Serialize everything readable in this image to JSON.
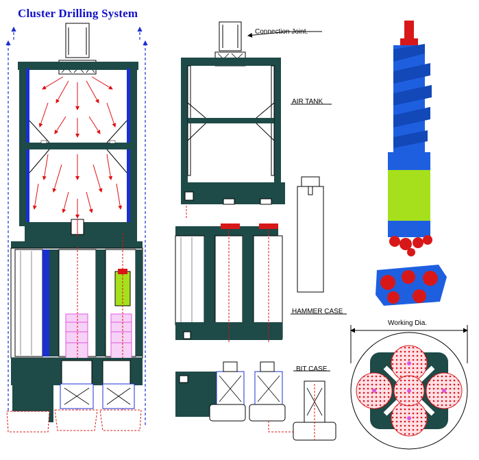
{
  "title": "Cluster Drilling System",
  "labels": {
    "connection_joint": "Connection Joint.",
    "air_tank": "AIR TANK",
    "hammer_case": "HAMMER CASE",
    "bit_case": "BIT CASE",
    "working_dia": "Working Dia."
  },
  "colors": {
    "title": "#1010c8",
    "frame": "#1e4a47",
    "frame_blue": "#1a2fd0",
    "flow_arrows": "#e01010",
    "bit_red": "#d81818",
    "tool_blue": "#1e5fe0",
    "tool_green": "#a6e01c",
    "hammer_magenta": "#e055e0"
  },
  "icons": [
    "connection-joint-icon",
    "drill-bit-icon",
    "auger-icon"
  ]
}
